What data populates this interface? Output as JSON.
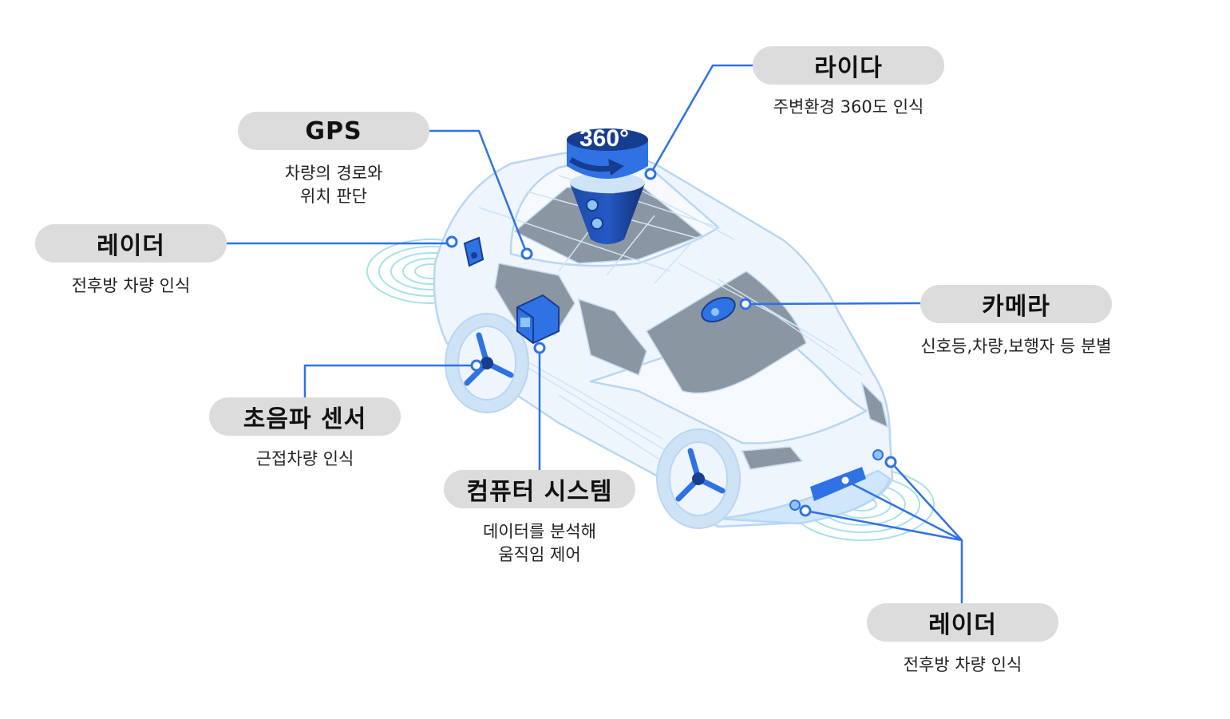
{
  "badge": "360°",
  "labels": {
    "lidar": {
      "title": "라이다",
      "lines": [
        "주변환경 360도 인식"
      ]
    },
    "gps": {
      "title": "GPS",
      "lines": [
        "차량의 경로와",
        "위치 판단"
      ]
    },
    "radar_l": {
      "title": "레이더",
      "lines": [
        "전후방 차량 인식"
      ]
    },
    "camera": {
      "title": "카메라",
      "lines": [
        "신호등,차량,보행자 등 분별"
      ]
    },
    "ultra": {
      "title": "초음파 센서",
      "lines": [
        "근접차량 인식"
      ]
    },
    "computer": {
      "title": "컴퓨터 시스템",
      "lines": [
        "데이터를 분석해",
        "움직임 제어"
      ]
    },
    "radar_r": {
      "title": "레이더",
      "lines": [
        "전후방 차량 인식"
      ]
    }
  },
  "colors": {
    "accent": "#2f72e4",
    "wire": "#b9d6f2",
    "glass": "#8a97a3",
    "lidar_dark": "#173d8f",
    "pill": "#dcdcdc"
  }
}
